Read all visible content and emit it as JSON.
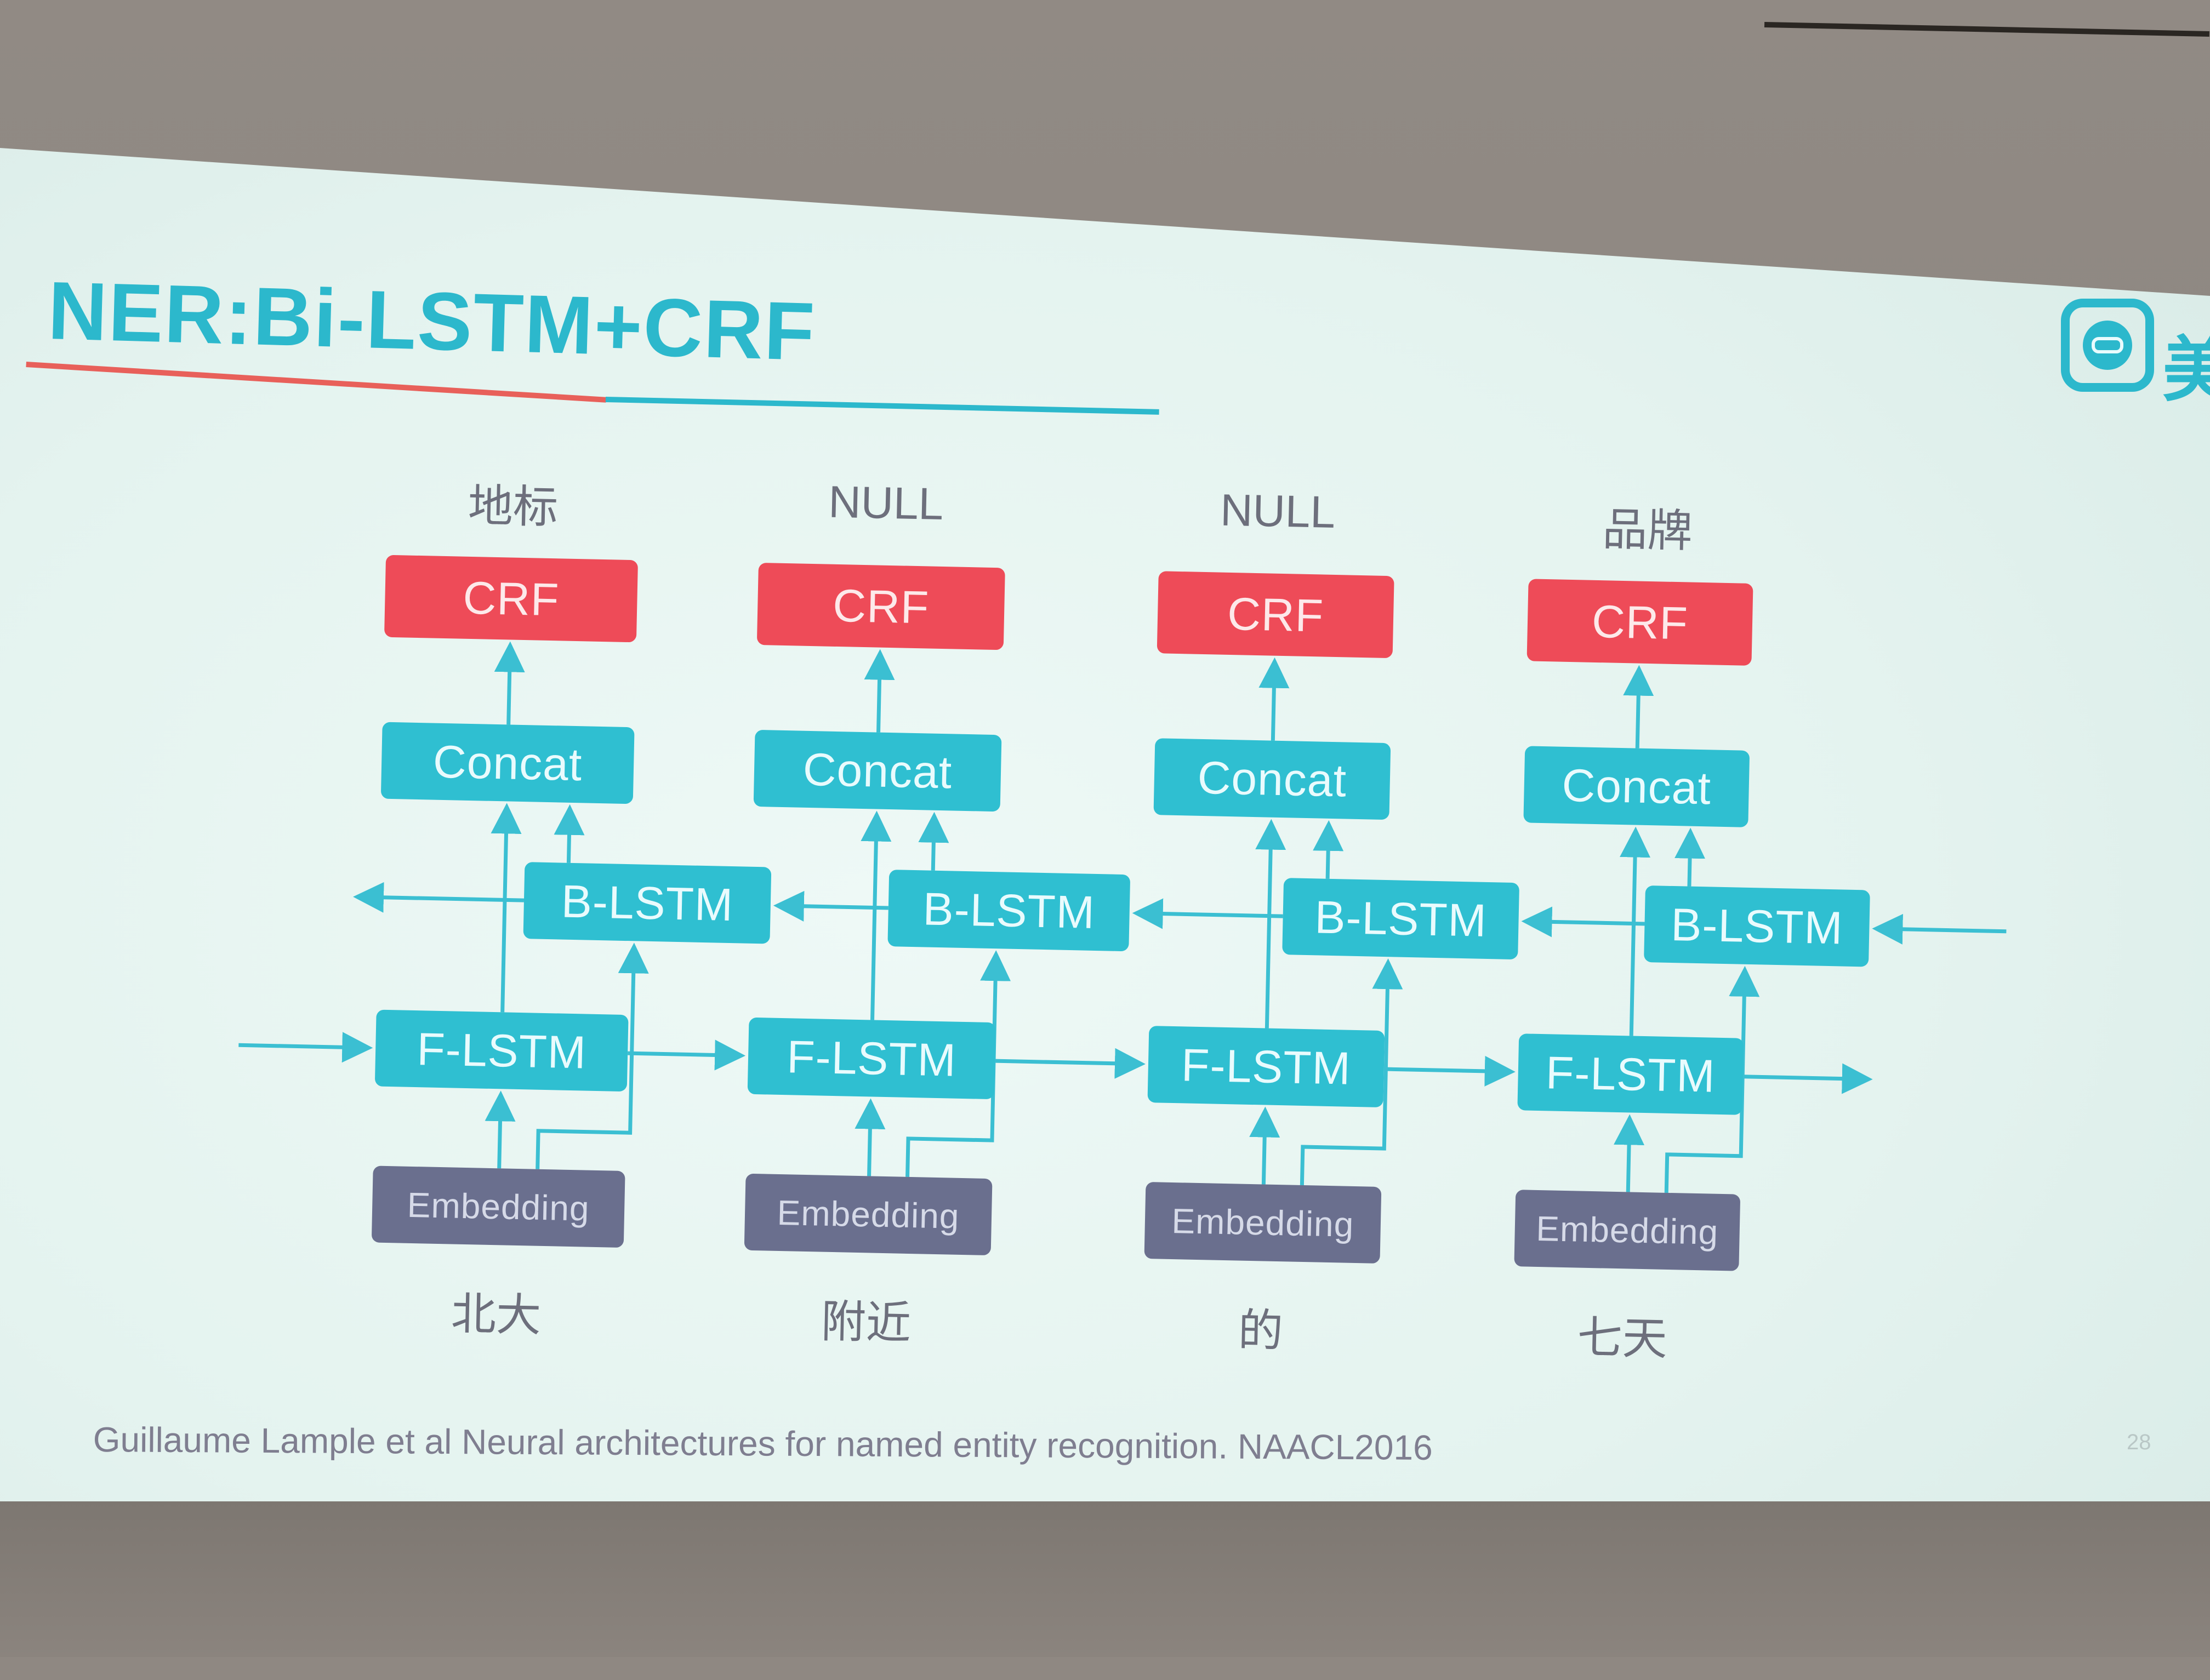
{
  "slide": {
    "title": "NER:Bi-LSTM+CRF",
    "logo_text": "美",
    "citation": "Guillaume Lample et al  Neural architectures for named entity recognition. NAACL2016",
    "page_number": "28"
  },
  "columns": [
    {
      "tag": "地标",
      "crf": "CRF",
      "concat": "Concat",
      "b_lstm": "B-LSTM",
      "f_lstm": "F-LSTM",
      "embedding": "Embedding",
      "word": "北大"
    },
    {
      "tag": "NULL",
      "crf": "CRF",
      "concat": "Concat",
      "b_lstm": "B-LSTM",
      "f_lstm": "F-LSTM",
      "embedding": "Embedding",
      "word": "附近"
    },
    {
      "tag": "NULL",
      "crf": "CRF",
      "concat": "Concat",
      "b_lstm": "B-LSTM",
      "f_lstm": "F-LSTM",
      "embedding": "Embedding",
      "word": "的"
    },
    {
      "tag": "品牌",
      "crf": "CRF",
      "concat": "Concat",
      "b_lstm": "B-LSTM",
      "f_lstm": "F-LSTM",
      "embedding": "Embedding",
      "word": "七天"
    }
  ],
  "colors": {
    "title": "#2cb8cc",
    "crf": "#ee4b58",
    "lstm": "#2fbfd1",
    "embedding": "#6a6f8e",
    "arrow": "#3bbfd2"
  }
}
